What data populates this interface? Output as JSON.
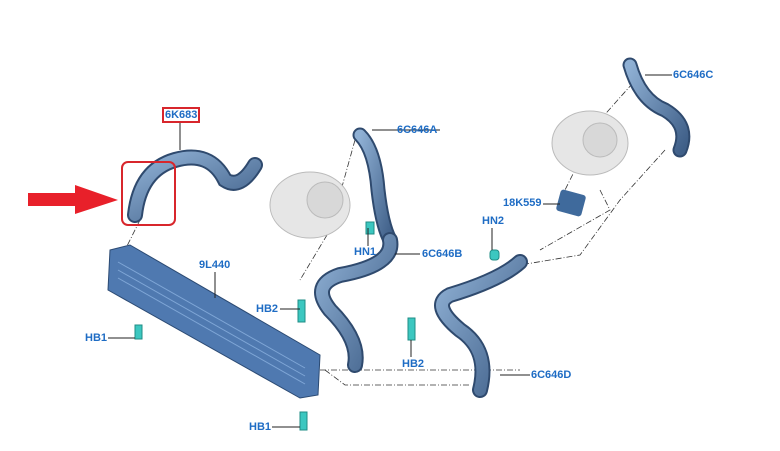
{
  "labels": {
    "part_6K683": "6K683",
    "part_6C646A": "6C646A",
    "part_6C646C": "6C646C",
    "part_18K559": "18K559",
    "hn2": "HN2",
    "hn1": "HN1",
    "part_6C646B": "6C646B",
    "part_9L440": "9L440",
    "hb2_left": "HB2",
    "hb1_left": "HB1",
    "hb2_right": "HB2",
    "part_6C646D": "6C646D",
    "hb1_bottom": "HB1"
  },
  "colors": {
    "label": "#1e6cc4",
    "highlight": "#d8262c",
    "hose": "#5b7ea8",
    "fastener": "#3cc7c0"
  }
}
